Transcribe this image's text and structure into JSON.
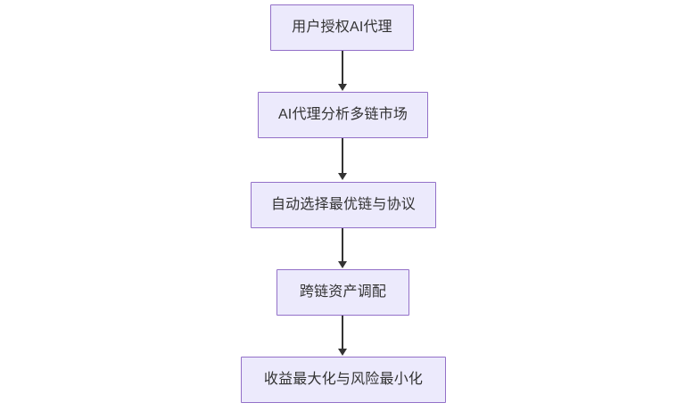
{
  "diagram": {
    "type": "flowchart",
    "direction": "top-to-bottom",
    "background_color": "#ffffff",
    "node_fill_color": "#ECEAFC",
    "node_border_color": "#9370C8",
    "node_text_color": "#333333",
    "edge_color": "#333333",
    "nodes": [
      {
        "id": "n1",
        "label": "用户授权AI代理"
      },
      {
        "id": "n2",
        "label": "AI代理分析多链市场"
      },
      {
        "id": "n3",
        "label": "自动选择最优链与协议"
      },
      {
        "id": "n4",
        "label": "跨链资产调配"
      },
      {
        "id": "n5",
        "label": "收益最大化与风险最小化"
      }
    ],
    "edges": [
      {
        "from": "n1",
        "to": "n2",
        "label": ""
      },
      {
        "from": "n2",
        "to": "n3",
        "label": ""
      },
      {
        "from": "n3",
        "to": "n4",
        "label": ""
      },
      {
        "from": "n4",
        "to": "n5",
        "label": ""
      }
    ]
  }
}
